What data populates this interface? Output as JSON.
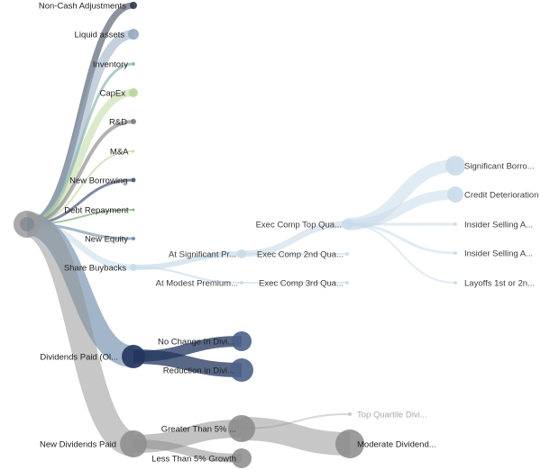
{
  "colors": {
    "gray": "#8f8f8f",
    "navy": "#22355e",
    "steel": "#93a9bf",
    "pale_blue": "#c9dbea",
    "sage": "#b9d69a",
    "label": "#3d3d3d",
    "faded_label": "#a8a8a8"
  },
  "root": {
    "name": ""
  },
  "level1": [
    {
      "id": "noncash",
      "label": "Non-Cash Adjustments",
      "color": "#2f3a4f"
    },
    {
      "id": "liquid",
      "label": "Liquid assets",
      "color": "#93a9bf"
    },
    {
      "id": "inventory",
      "label": "Inventory",
      "color": "#8fb7b0"
    },
    {
      "id": "capex",
      "label": "CapEx",
      "color": "#b9d69a"
    },
    {
      "id": "rnd",
      "label": "R&D",
      "color": "#7d7d7d"
    },
    {
      "id": "mna",
      "label": "M&A",
      "color": "#c8d9a8"
    },
    {
      "id": "borrowing",
      "label": "New Borrowing",
      "color": "#4a5878"
    },
    {
      "id": "debtrepay",
      "label": "Debt Repayment",
      "color": "#7fae7f"
    },
    {
      "id": "equity",
      "label": "New Equity",
      "color": "#6d8aa3"
    },
    {
      "id": "buybacks",
      "label": "Share Buybacks",
      "color": "#c9dbea"
    },
    {
      "id": "divpaid",
      "label": "Dividends Paid (Ol...",
      "color": "#22355e"
    },
    {
      "id": "newdiv",
      "label": "New Dividends Paid",
      "color": "#8f8f8f"
    }
  ],
  "buyback_children": [
    {
      "id": "sig_premium",
      "label": "At Significant Pr..."
    },
    {
      "id": "mod_premium",
      "label": "At Modest Premium..."
    }
  ],
  "exec_comp": [
    {
      "id": "ec_top",
      "label": "Exec Comp Top Qua..."
    },
    {
      "id": "ec_2nd",
      "label": "Exec Comp 2nd Qua..."
    },
    {
      "id": "ec_3rd",
      "label": "Exec Comp 3rd Qua..."
    }
  ],
  "outcomes": [
    {
      "id": "sig_borrow",
      "label": "Significant Borro..."
    },
    {
      "id": "credit",
      "label": "Credit Deterioration"
    },
    {
      "id": "insider1",
      "label": "Insider Selling A..."
    },
    {
      "id": "insider2",
      "label": "Insider Selling A..."
    },
    {
      "id": "layoffs",
      "label": "Layoffs 1st or 2n..."
    }
  ],
  "dividend_children": [
    {
      "id": "no_change",
      "label": "No Change In Divi..."
    },
    {
      "id": "reduction",
      "label": "Reduction in Divi..."
    }
  ],
  "new_dividend_children": [
    {
      "id": "greater5",
      "label": "Greater Than 5% ..."
    },
    {
      "id": "less5",
      "label": "Less Than 5% Growth"
    }
  ],
  "growth_children": [
    {
      "id": "top_quartile",
      "label": "Top Quartile Divi..."
    },
    {
      "id": "moderate",
      "label": "Moderate Dividend..."
    }
  ]
}
